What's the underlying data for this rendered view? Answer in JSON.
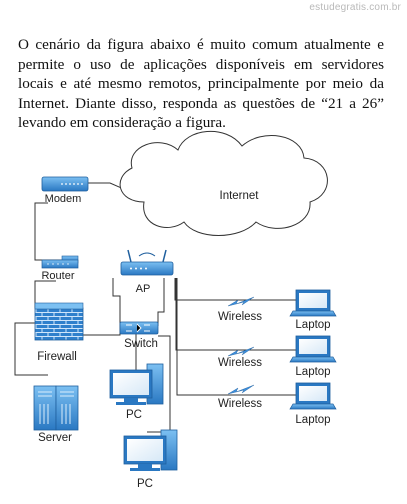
{
  "watermark": "estudegratis.com.br",
  "question_text": "O cenário da figura abaixo é muito comum atualmente e permite o uso de aplicações disponíveis em servidores locais e até mesmo remotos, principalmente por meio da Internet. Diante disso, responda as questões de “21 a 26” levando em consideração a figura.",
  "diagram": {
    "cloud_label": "Internet",
    "modem_label": "Modem",
    "router_label": "Router",
    "ap_label": "AP",
    "firewall_label": "Firewall",
    "switch_label": "Switch",
    "server_label": "Server",
    "pc_labels": [
      "PC",
      "PC"
    ],
    "wireless_labels": [
      "Wireless",
      "Wireless",
      "Wireless"
    ],
    "laptop_labels": [
      "Laptop",
      "Laptop",
      "Laptop"
    ]
  },
  "colors": {
    "device_blue": "#2e7ec9",
    "device_light": "#6fb3ea",
    "lightning": "#3d8fdc",
    "line": "#333333"
  }
}
